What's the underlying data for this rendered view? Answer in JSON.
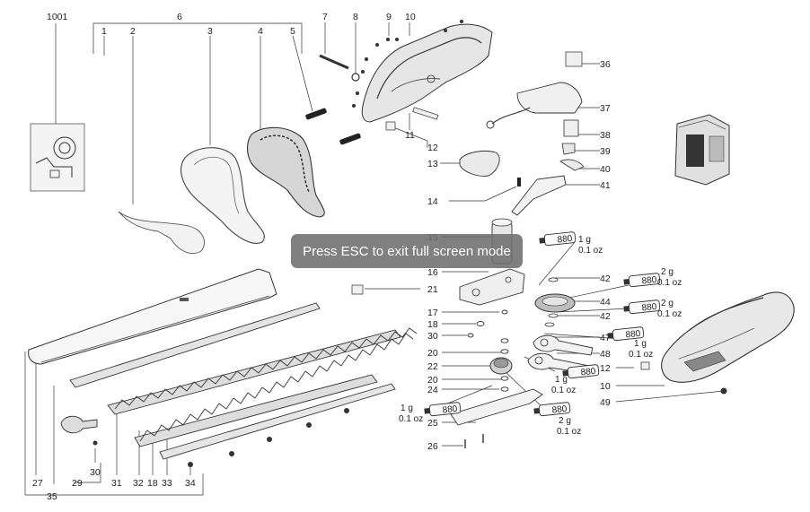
{
  "toast": {
    "text": "Press ESC to exit full screen mode"
  },
  "callouts": {
    "n1001": "1001",
    "n1": "1",
    "n2": "2",
    "n3": "3",
    "n4": "4",
    "n5": "5",
    "n6": "6",
    "n7": "7",
    "n8": "8",
    "n9": "9",
    "n10": "10",
    "n11": "11",
    "n12": "12",
    "n13": "13",
    "n14": "14",
    "n15": "15",
    "n16": "16",
    "n17": "17",
    "n18": "18",
    "n20": "20",
    "n21": "21",
    "n22": "22",
    "n24": "24",
    "n25": "25",
    "n26": "26",
    "n27": "27",
    "n29": "29",
    "n30": "30",
    "n31": "31",
    "n32": "32",
    "n33": "33",
    "n34": "34",
    "n35": "35",
    "n36": "36",
    "n37": "37",
    "n38": "38",
    "n39": "39",
    "n40": "40",
    "n41": "41",
    "n42": "42",
    "n44": "44",
    "n47": "47",
    "n48": "48",
    "n49": "49"
  },
  "grease_labels": {
    "brand": "880",
    "t1_amount": "1 g",
    "t1_oz": "0.1 oz",
    "t2_amount": "2 g",
    "t2_oz": "0.1 oz",
    "t3_amount": "2 g",
    "t3_oz": "0.1 oz",
    "t4_amount": "1 g",
    "t4_oz": "0.1 oz",
    "t5_amount": "1 g",
    "t5_oz": "0.1 oz",
    "t6_amount": "1 g",
    "t6_oz": "0.1 oz",
    "t7_amount": "2 g",
    "t7_oz": "0.1 oz"
  },
  "colors": {
    "line": "#333333",
    "part_fill": "#f2f2f2",
    "part_stroke": "#555555"
  }
}
